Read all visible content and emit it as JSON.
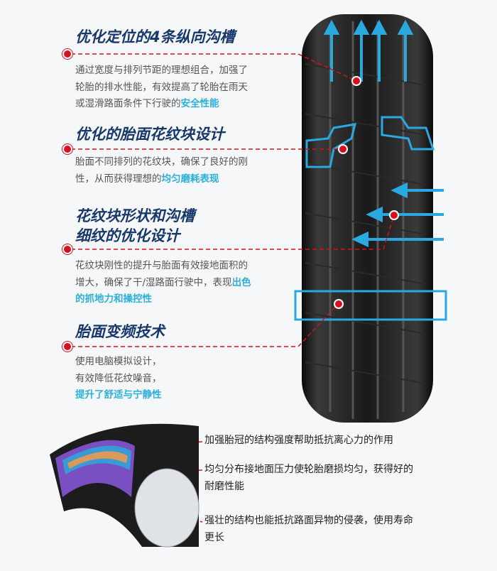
{
  "features": [
    {
      "title": [
        "优化定位的4条纵向沟槽"
      ],
      "body": [
        "通过宽度与排列节距的理想组合，加强了",
        "轮胎的排水性能，有效提高了轮胎在雨天"
      ],
      "body_tail": "或湿滑路面条件下行驶的",
      "highlight": "安全性能"
    },
    {
      "title": [
        "优化的胎面花纹块设计"
      ],
      "body": [
        "胎面不同排列的花纹块，确保了良好的刚"
      ],
      "body_tail": "性，从而获得理想的",
      "highlight": "均匀磨耗表现"
    },
    {
      "title": [
        "花纹块形状和沟槽",
        "细纹的优化设计"
      ],
      "body": [
        "花纹块刚性的提升与胎面有效接地面积的"
      ],
      "body_tail": "增大，确保了干/湿路面行驶中，表现",
      "highlight": "出色",
      "highlight2": "的抓地力和操控性"
    },
    {
      "title": [
        "胎面变频技术"
      ],
      "body": [
        "使用电脑模拟设计，",
        "有效降低花纹噪音，"
      ],
      "highlight": "提升了舒适与宁静性"
    }
  ],
  "structure_labels": [
    [
      "加强胎冠的结构强度帮助抵抗离心力的作用"
    ],
    [
      "均匀分布接地面压力使轮胎磨损均匀，获得好的",
      "耐磨性能"
    ],
    [
      "强壮的结构也能抵抗路面异物的侵袭，使用寿命",
      "更长"
    ]
  ],
  "colors": {
    "title": "#17386b",
    "highlight": "#2bb0dc",
    "accent_red": "#d6101e",
    "arrow_blue": "#2aa8e0"
  }
}
